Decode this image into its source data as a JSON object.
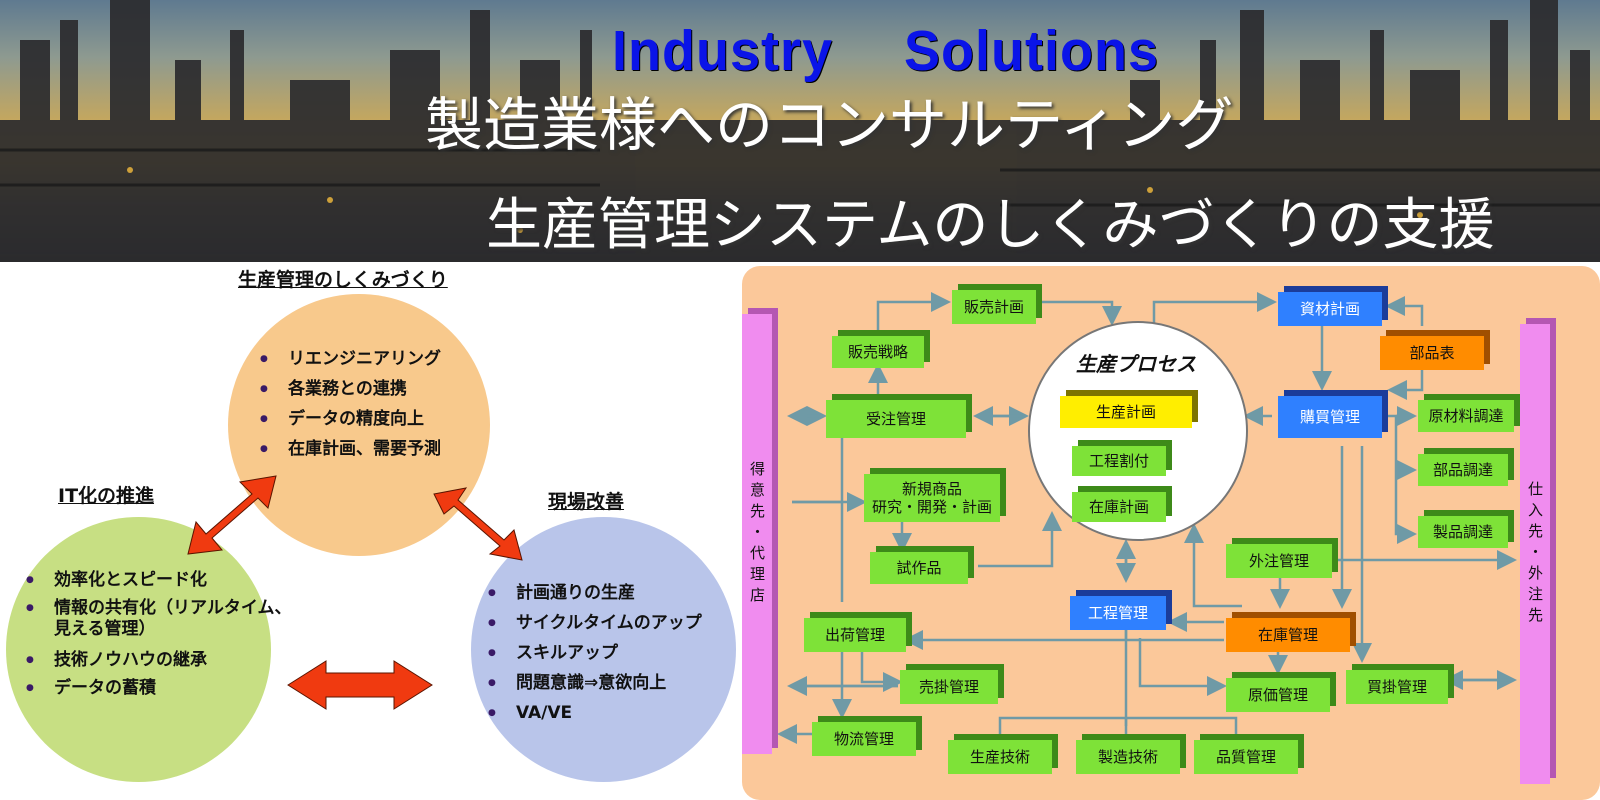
{
  "banner": {
    "title_en": "Industry　 Solutions",
    "title_jp_1": "製造業様へのコンサルティング",
    "title_jp_2": "生産管理システムのしくみづくりの支援"
  },
  "left_diagram": {
    "top": {
      "heading": "生産管理のしくみづくり",
      "items": [
        "リエンジニアリング",
        "各業務との連携",
        "データの精度向上",
        "在庫計画、需要予測"
      ]
    },
    "left": {
      "heading": "IT化の推進",
      "items": [
        "効率化とスピード化",
        "情報の共有化（リアルタイム、",
        "見える管理）",
        "技術ノウハウの継承",
        "データの蓄積"
      ]
    },
    "right": {
      "heading": "現場改善",
      "items": [
        "計画通りの生産",
        "サイクルタイムのアップ",
        "スキルアップ",
        "問題意識⇒意欲向上",
        "VA/VE"
      ]
    },
    "colors": {
      "top": "#f8c98c",
      "left": "#c7df83",
      "right": "#b9c5ea",
      "arrow": "#f03a10"
    }
  },
  "flow": {
    "customer_bar": "得意先・代理店",
    "supplier_bar": "仕入先・外注先",
    "process_title": "生産プロセス",
    "boxes": {
      "sales_plan": "販売計画",
      "sales_strategy": "販売戦略",
      "order_mgmt": "受注管理",
      "new_product_1": "新規商品",
      "new_product_2": "研究・開発・計画",
      "prototype": "試作品",
      "shipping": "出荷管理",
      "receivables": "売掛管理",
      "logistics": "物流管理",
      "production_plan": "生産計画",
      "process_alloc": "工程割付",
      "inventory_plan": "在庫計画",
      "material_plan": "資材計画",
      "bom": "部品表",
      "purchasing": "購買管理",
      "raw_material": "原材料調達",
      "parts_proc": "部品調達",
      "product_proc": "製品調達",
      "outsourcing": "外注管理",
      "process_mgmt": "工程管理",
      "inventory_mgmt": "在庫管理",
      "cost_mgmt": "原価管理",
      "payables": "買掛管理",
      "prod_tech": "生産技術",
      "mfg_tech": "製造技術",
      "quality": "品質管理"
    },
    "colors": {
      "background": "#fbc89a",
      "green": "#7ee238",
      "blue": "#2f80ff",
      "orange": "#ff8c00",
      "yellow": "#ffee00",
      "pink": "#f08cef",
      "line": "#6f9aa6"
    }
  }
}
